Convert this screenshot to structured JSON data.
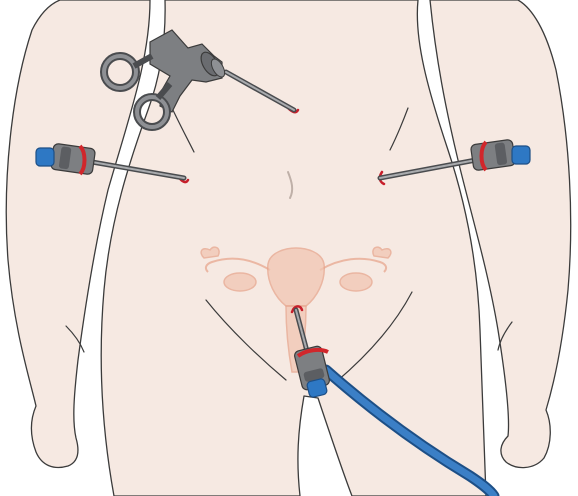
{
  "figure": {
    "colors": {
      "background": "#ffffff",
      "skin": "#f6e9e2",
      "outline": "#3b3b3b",
      "organ": "#f1c6b2",
      "organ_line": "#e7a58d",
      "instrument": "#7d7f82",
      "instrument_dark": "#4a4c4f",
      "port_ring": "#d1262b",
      "valve_cap": "#2e78c4",
      "tube": "#3b7fc6",
      "tube_dark": "#1d4f86",
      "incision": "#c81e2a"
    },
    "parts": [
      "torso-outline",
      "left-arm",
      "right-arm",
      "navel",
      "uterus-and-ovaries",
      "grasper-forceps",
      "left-trocar-port",
      "right-trocar-port",
      "uterine-manipulator",
      "insufflation-tube"
    ]
  }
}
